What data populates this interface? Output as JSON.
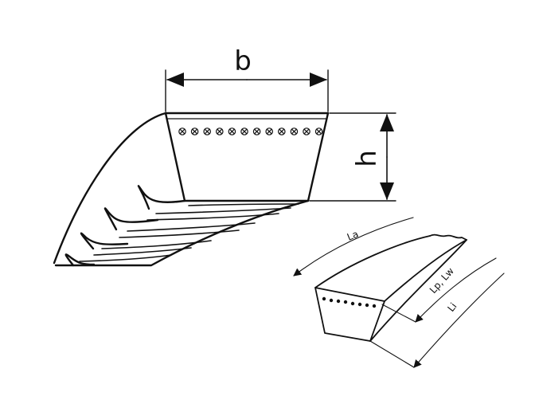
{
  "colors": {
    "stroke": "#111111",
    "background": "#ffffff"
  },
  "labels": {
    "width": "b",
    "height": "h",
    "outer_length": "La",
    "pitch_length": "Lp, Lw",
    "inner_length": "Li"
  }
}
